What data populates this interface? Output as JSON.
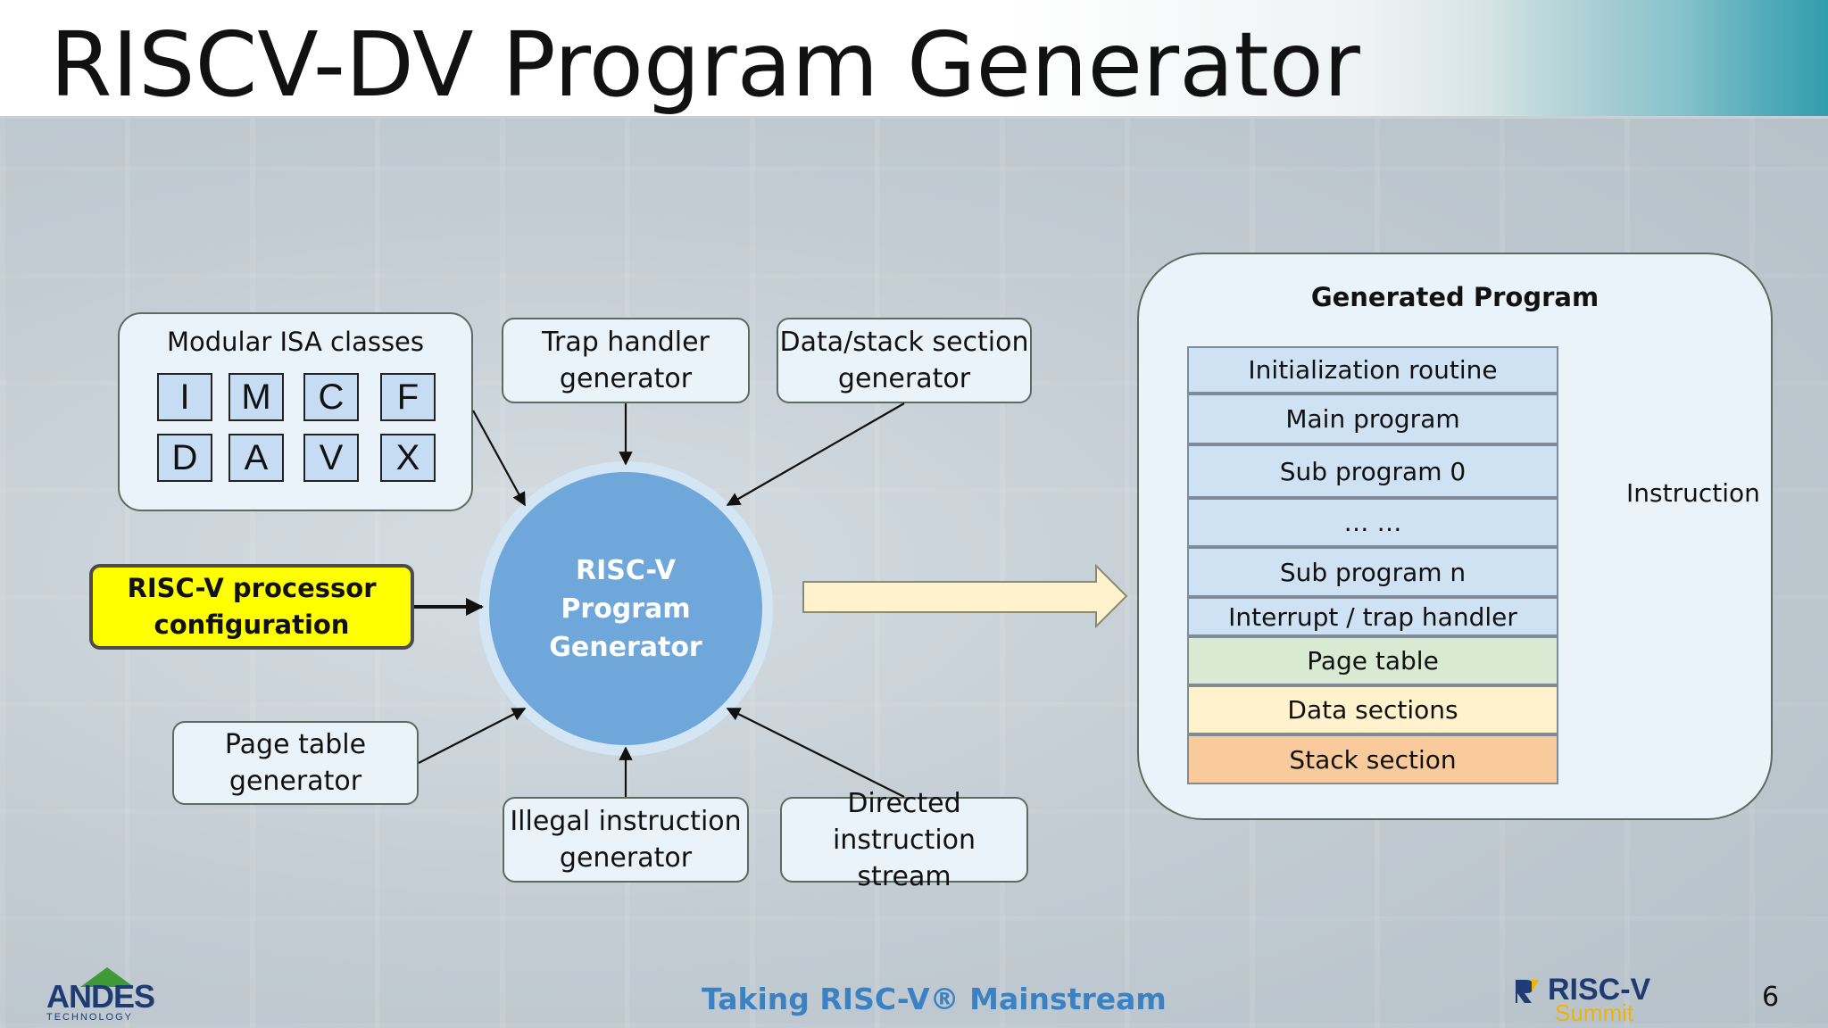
{
  "slide": {
    "title": "RISCV-DV Program Generator",
    "footer_tagline": "Taking RISC-V® Mainstream",
    "page_number": "6"
  },
  "logos": {
    "left": {
      "word": "ANDES",
      "sub": "TECHNOLOGY"
    },
    "right": {
      "word": "RISC-V",
      "sub": "Summit"
    }
  },
  "isa": {
    "title": "Modular ISA classes",
    "cells": [
      "I",
      "M",
      "C",
      "F",
      "D",
      "A",
      "V",
      "X"
    ]
  },
  "inputs": {
    "trap_handler": [
      "Trap handler",
      "generator"
    ],
    "data_stack": [
      "Data/stack section",
      "generator"
    ],
    "config": [
      "RISC-V processor",
      "configuration"
    ],
    "page_table": [
      "Page table",
      "generator"
    ],
    "illegal": [
      "Illegal instruction",
      "generator"
    ],
    "directed": [
      "Directed",
      "instruction stream"
    ]
  },
  "center": [
    "RISC-V",
    "Program",
    "Generator"
  ],
  "output": {
    "title": "Generated Program",
    "rows": [
      {
        "label": "Initialization routine",
        "kind": "instr"
      },
      {
        "label": "Main program",
        "kind": "instr"
      },
      {
        "label": "Sub program 0",
        "kind": "instr"
      },
      {
        "label": "… …",
        "kind": "instr"
      },
      {
        "label": "Sub program n",
        "kind": "instr"
      },
      {
        "label": "Interrupt / trap handler",
        "kind": "instr"
      },
      {
        "label": "Page table",
        "kind": "page"
      },
      {
        "label": "Data sections",
        "kind": "data"
      },
      {
        "label": "Stack section",
        "kind": "stack"
      }
    ],
    "bracket_label": "Instruction"
  },
  "colors": {
    "instruction_rows": "#cfe2f3",
    "page_table_row": "#d9ead3",
    "data_row": "#fff2cc",
    "stack_row": "#f9cb9c",
    "config_highlight": "#ffff00",
    "center_circle": "#6fa7db",
    "tagline": "#3b82c4"
  }
}
